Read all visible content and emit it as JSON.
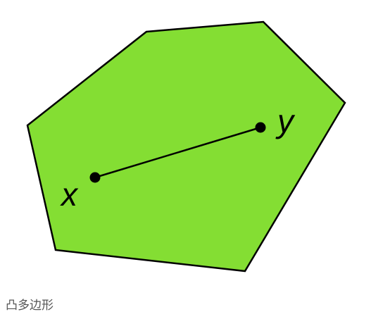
{
  "figure": {
    "polygon_fill": "#84de33",
    "stroke_color": "#000000",
    "point_color": "#000000",
    "points": {
      "x": {
        "label": "x"
      },
      "y": {
        "label": "y"
      }
    }
  },
  "caption": {
    "text": "凸多边形"
  }
}
